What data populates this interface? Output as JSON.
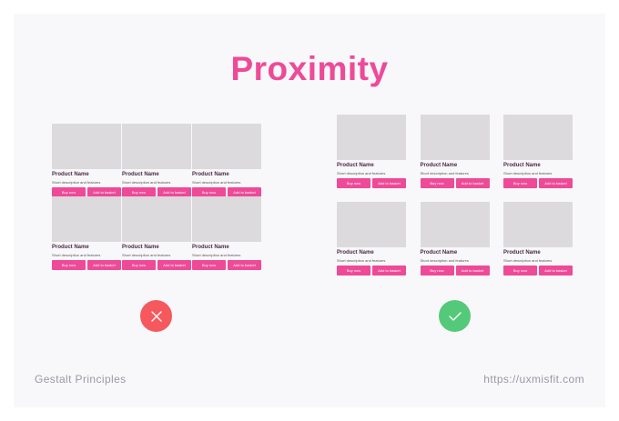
{
  "title": "Proximity",
  "product": {
    "name": "Product Name",
    "description": "Short description and features",
    "buy_label": "Buy now",
    "basket_label": "Add to basket"
  },
  "groups": [
    {
      "example": "bad",
      "rows": 2,
      "cols": 3
    },
    {
      "example": "good",
      "rows": 2,
      "cols": 3
    }
  ],
  "marks": {
    "bad": "cross-icon",
    "good": "check-icon"
  },
  "colors": {
    "accent": "#ee4a98",
    "bad": "#f5595d",
    "good": "#54c97a"
  },
  "footer": {
    "left": "Gestalt Principles",
    "right": "https://uxmisfit.com"
  }
}
